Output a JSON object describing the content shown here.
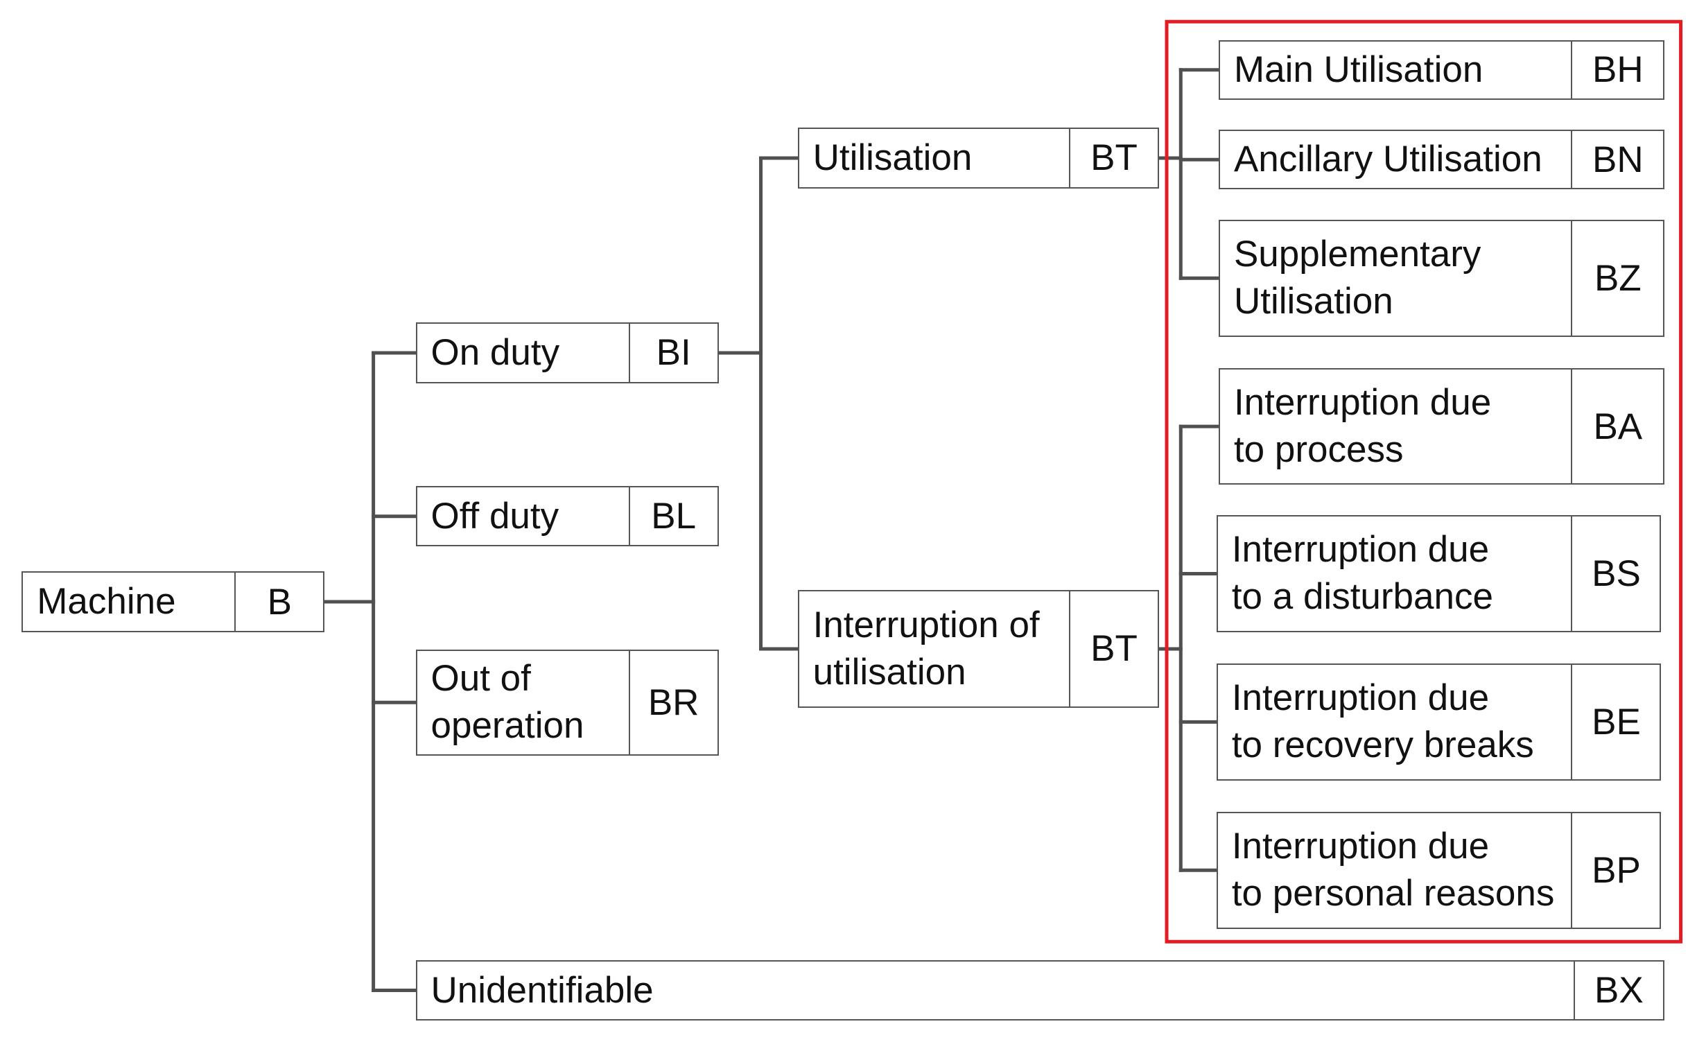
{
  "colors": {
    "line": "#505050",
    "box_border": "#555555",
    "highlight_border": "#e31b23",
    "text": "#111111",
    "background": "#ffffff"
  },
  "nodes": {
    "machine": {
      "label": [
        "Machine"
      ],
      "code": "B"
    },
    "on_duty": {
      "label": [
        "On duty"
      ],
      "code": "BI"
    },
    "off_duty": {
      "label": [
        "Off duty"
      ],
      "code": "BL"
    },
    "out_of_operation": {
      "label": [
        "Out of",
        "operation"
      ],
      "code": "BR"
    },
    "unidentifiable": {
      "label": [
        "Unidentifiable"
      ],
      "code": "BX"
    },
    "utilisation": {
      "label": [
        "Utilisation"
      ],
      "code": "BT"
    },
    "interruption_of_utilisation": {
      "label": [
        "Interruption of",
        "utilisation"
      ],
      "code": "BT"
    },
    "main_utilisation": {
      "label": [
        "Main Utilisation"
      ],
      "code": "BH"
    },
    "ancillary_utilisation": {
      "label": [
        "Ancillary Utilisation"
      ],
      "code": "BN"
    },
    "supplementary_utilisation": {
      "label": [
        "Supplementary",
        "Utilisation"
      ],
      "code": "BZ"
    },
    "interruption_process": {
      "label": [
        "Interruption due",
        "to process"
      ],
      "code": "BA"
    },
    "interruption_disturbance": {
      "label": [
        "Interruption due",
        "to a disturbance"
      ],
      "code": "BS"
    },
    "interruption_recovery": {
      "label": [
        "Interruption due",
        "to recovery breaks"
      ],
      "code": "BE"
    },
    "interruption_personal": {
      "label": [
        "Interruption due",
        "to personal reasons"
      ],
      "code": "BP"
    }
  },
  "edges": [
    [
      "machine",
      "on_duty"
    ],
    [
      "machine",
      "off_duty"
    ],
    [
      "machine",
      "out_of_operation"
    ],
    [
      "machine",
      "unidentifiable"
    ],
    [
      "on_duty",
      "utilisation"
    ],
    [
      "on_duty",
      "interruption_of_utilisation"
    ],
    [
      "utilisation",
      "main_utilisation"
    ],
    [
      "utilisation",
      "ancillary_utilisation"
    ],
    [
      "utilisation",
      "supplementary_utilisation"
    ],
    [
      "interruption_of_utilisation",
      "interruption_process"
    ],
    [
      "interruption_of_utilisation",
      "interruption_disturbance"
    ],
    [
      "interruption_of_utilisation",
      "interruption_recovery"
    ],
    [
      "interruption_of_utilisation",
      "interruption_personal"
    ]
  ]
}
